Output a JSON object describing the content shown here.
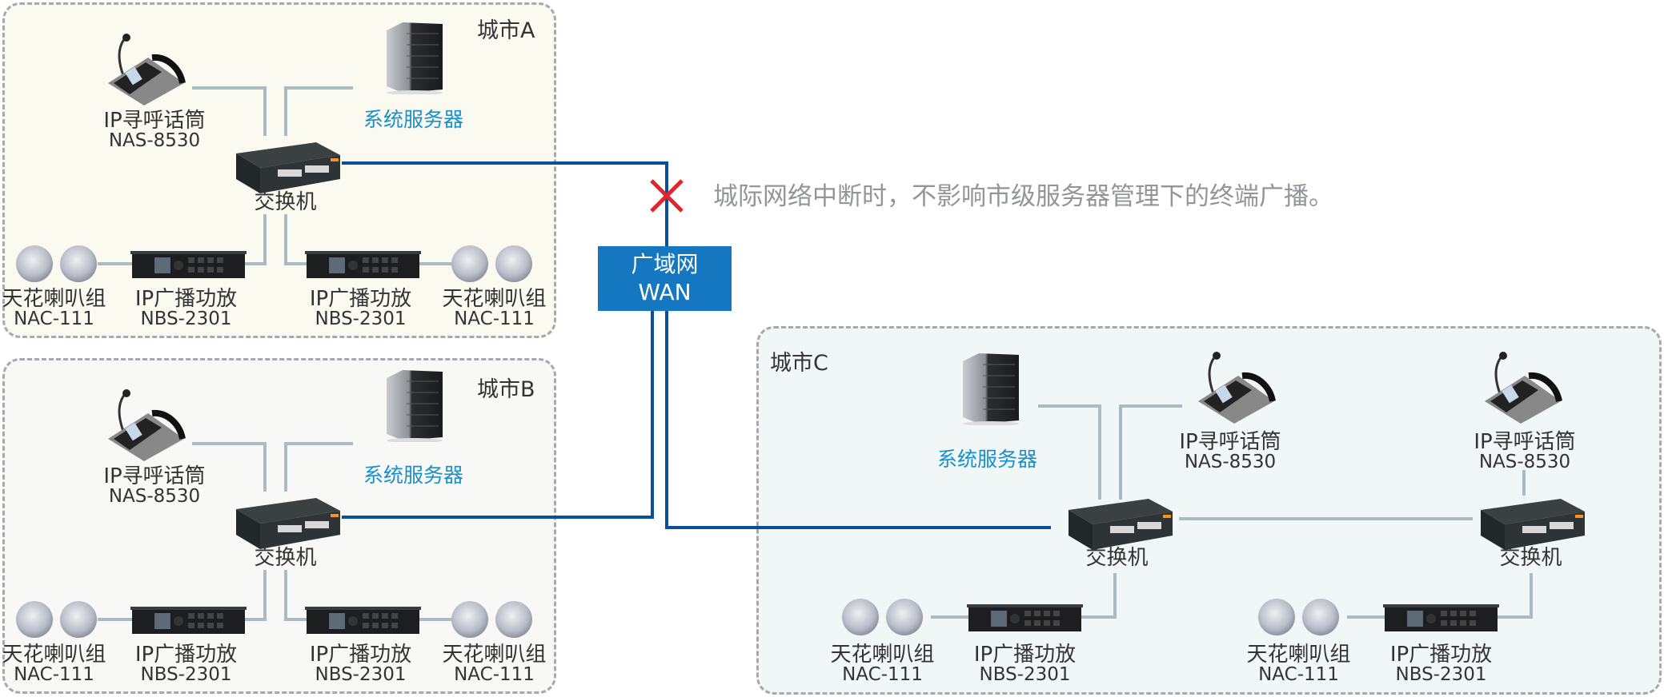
{
  "wan": {
    "line1": "广域网",
    "line2": "WAN"
  },
  "note": "城际网络中断时，不影响市级服务器管理下的终端广播。",
  "colors": {
    "wan_link": "#0b4f9c",
    "lan_link": "#a9bcc4",
    "break_mark": "#e0262c",
    "server_label": "#1a8fc9",
    "wan_box": "#1577c0"
  },
  "cities": {
    "a": {
      "title": "城市A",
      "server": "系统服务器",
      "paging": {
        "name": "IP寻呼话筒",
        "model": "NAS-8530"
      },
      "switch": "交换机",
      "amp_left": {
        "name": "IP广播功放",
        "model": "NBS-2301"
      },
      "amp_right": {
        "name": "IP广播功放",
        "model": "NBS-2301"
      },
      "spk_left": {
        "name": "天花喇叭组",
        "model": "NAC-111"
      },
      "spk_right": {
        "name": "天花喇叭组",
        "model": "NAC-111"
      }
    },
    "b": {
      "title": "城市B",
      "server": "系统服务器",
      "paging": {
        "name": "IP寻呼话筒",
        "model": "NAS-8530"
      },
      "switch": "交换机",
      "amp_left": {
        "name": "IP广播功放",
        "model": "NBS-2301"
      },
      "amp_right": {
        "name": "IP广播功放",
        "model": "NBS-2301"
      },
      "spk_left": {
        "name": "天花喇叭组",
        "model": "NAC-111"
      },
      "spk_right": {
        "name": "天花喇叭组",
        "model": "NAC-111"
      }
    },
    "c": {
      "title": "城市C",
      "server": "系统服务器",
      "paging1": {
        "name": "IP寻呼话筒",
        "model": "NAS-8530"
      },
      "paging2": {
        "name": "IP寻呼话筒",
        "model": "NAS-8530"
      },
      "switch1": "交换机",
      "switch2": "交换机",
      "amp1": {
        "name": "IP广播功放",
        "model": "NBS-2301"
      },
      "amp2": {
        "name": "IP广播功放",
        "model": "NBS-2301"
      },
      "spk1": {
        "name": "天花喇叭组",
        "model": "NAC-111"
      },
      "spk2": {
        "name": "天花喇叭组",
        "model": "NAC-111"
      }
    }
  }
}
